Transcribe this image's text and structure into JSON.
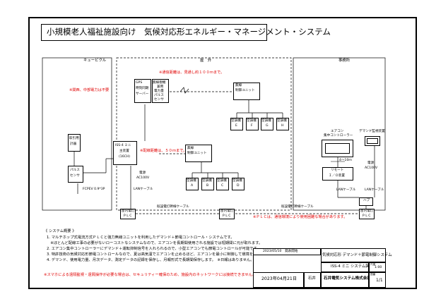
{
  "title": "小規模老人福祉施設向け　気候対応形エネルギー・マネージメント・システム",
  "zones": {
    "cubicle": "キュービクル",
    "outdoor": "屋　外",
    "office": "事務所"
  },
  "red_notes": {
    "comm_distance": "※通信距離は、見通し約１００ｍまで。",
    "kansai": "※関西、中部電力は不要",
    "wiring_distance": "※配線距離は、５０ｍまで。",
    "plc_note": "※ＰＬＣは、通信環境により使用困難な場合があります。",
    "remote_note": "※スマホによる遠隔監視・遠隔操作が必要な場合は、セキュリティー確保のため、施設内のネットワークには接続できません。"
  },
  "blocks": {
    "gps": [
      "GPS",
      "時刻同期",
      "サーバー"
    ],
    "sensor": [
      "無線親機",
      "兼用",
      "電力量",
      "パルス",
      "センサ"
    ],
    "slave_unit": [
      "無線",
      "制御ユニット"
    ],
    "aircon_group1": [
      "空調機",
      "E",
      "空調機",
      "F",
      "空調機",
      "G",
      "空調機",
      "H"
    ],
    "iss": [
      "ISS-4 ミニ",
      "主装置",
      "(16CH)"
    ],
    "power_iss": [
      "電源",
      "AC100V"
    ],
    "meter": [
      "取引用",
      "計器"
    ],
    "pulse": [
      "パルス",
      "センサ"
    ],
    "fcpev": "FCPEV 0.9*3P",
    "lan1": "LANケーブル",
    "wireless_unit": [
      "無線",
      "制御ユニット"
    ],
    "aircon_group2": [
      "空調機",
      "A",
      "空調機",
      "B",
      "空調機",
      "C",
      "空調機",
      "D"
    ],
    "monitor": [
      "エアコン",
      "集中コントローラー"
    ],
    "monitor_dist": "4～10ｍ",
    "remote_io": [
      "リモート",
      "Ｉ／Ｏ装置"
    ],
    "lan2": "LANケーブル",
    "demand_monitor": "デマンド監視装置",
    "power_office": [
      "電源",
      "AC100V"
    ],
    "lan3": "LANケーブル",
    "hub": "ハブ",
    "plc_boxes": [
      "屋内電灯",
      "P L C"
    ],
    "power_line1": "既設電灯幹線ケーブル",
    "power_line2": "既設電灯幹線ケーブル"
  },
  "summary": {
    "heading": "《 システム概要 》",
    "items": [
      "1. マルチホップ式電流方式ＰＬＣと強力無線ユニットを利用したデマンド＋節電コントロール・システムです。",
      "　※ほとんど配線工事の必要がないローコストなシステムなので、エアコンを長期間使用される施設では短期間に元が取れます。",
      "2. エアコン集中コントローラーにデマンド＋運転抑制信号を入れられるので、小型エアコンでも節電コントロールが可能です。",
      "3. 特許技術の気候対応形節電コントロールなので、夏は高気温でエアコンを止めるほど、エアコンを最小に制御して環境を損ないません。",
      "4. デマンド、使用電力量、月次データ、測定データの記録を保存し、月報形式で長期間保存します。　※日報はありません。"
    ]
  },
  "title_block": {
    "date_small": "2023/05/10　発表開始",
    "product": "気候対応形 デマンド＋節電制御システム",
    "model": "ISS-4 ミニ システム図",
    "scale_label": "尺度",
    "scale": "1:00",
    "date": "2023年04月21日",
    "drawn_by": "石井",
    "company": "石井電気システム株式会社",
    "sheet_label": "図番",
    "sheet": "1/1"
  }
}
